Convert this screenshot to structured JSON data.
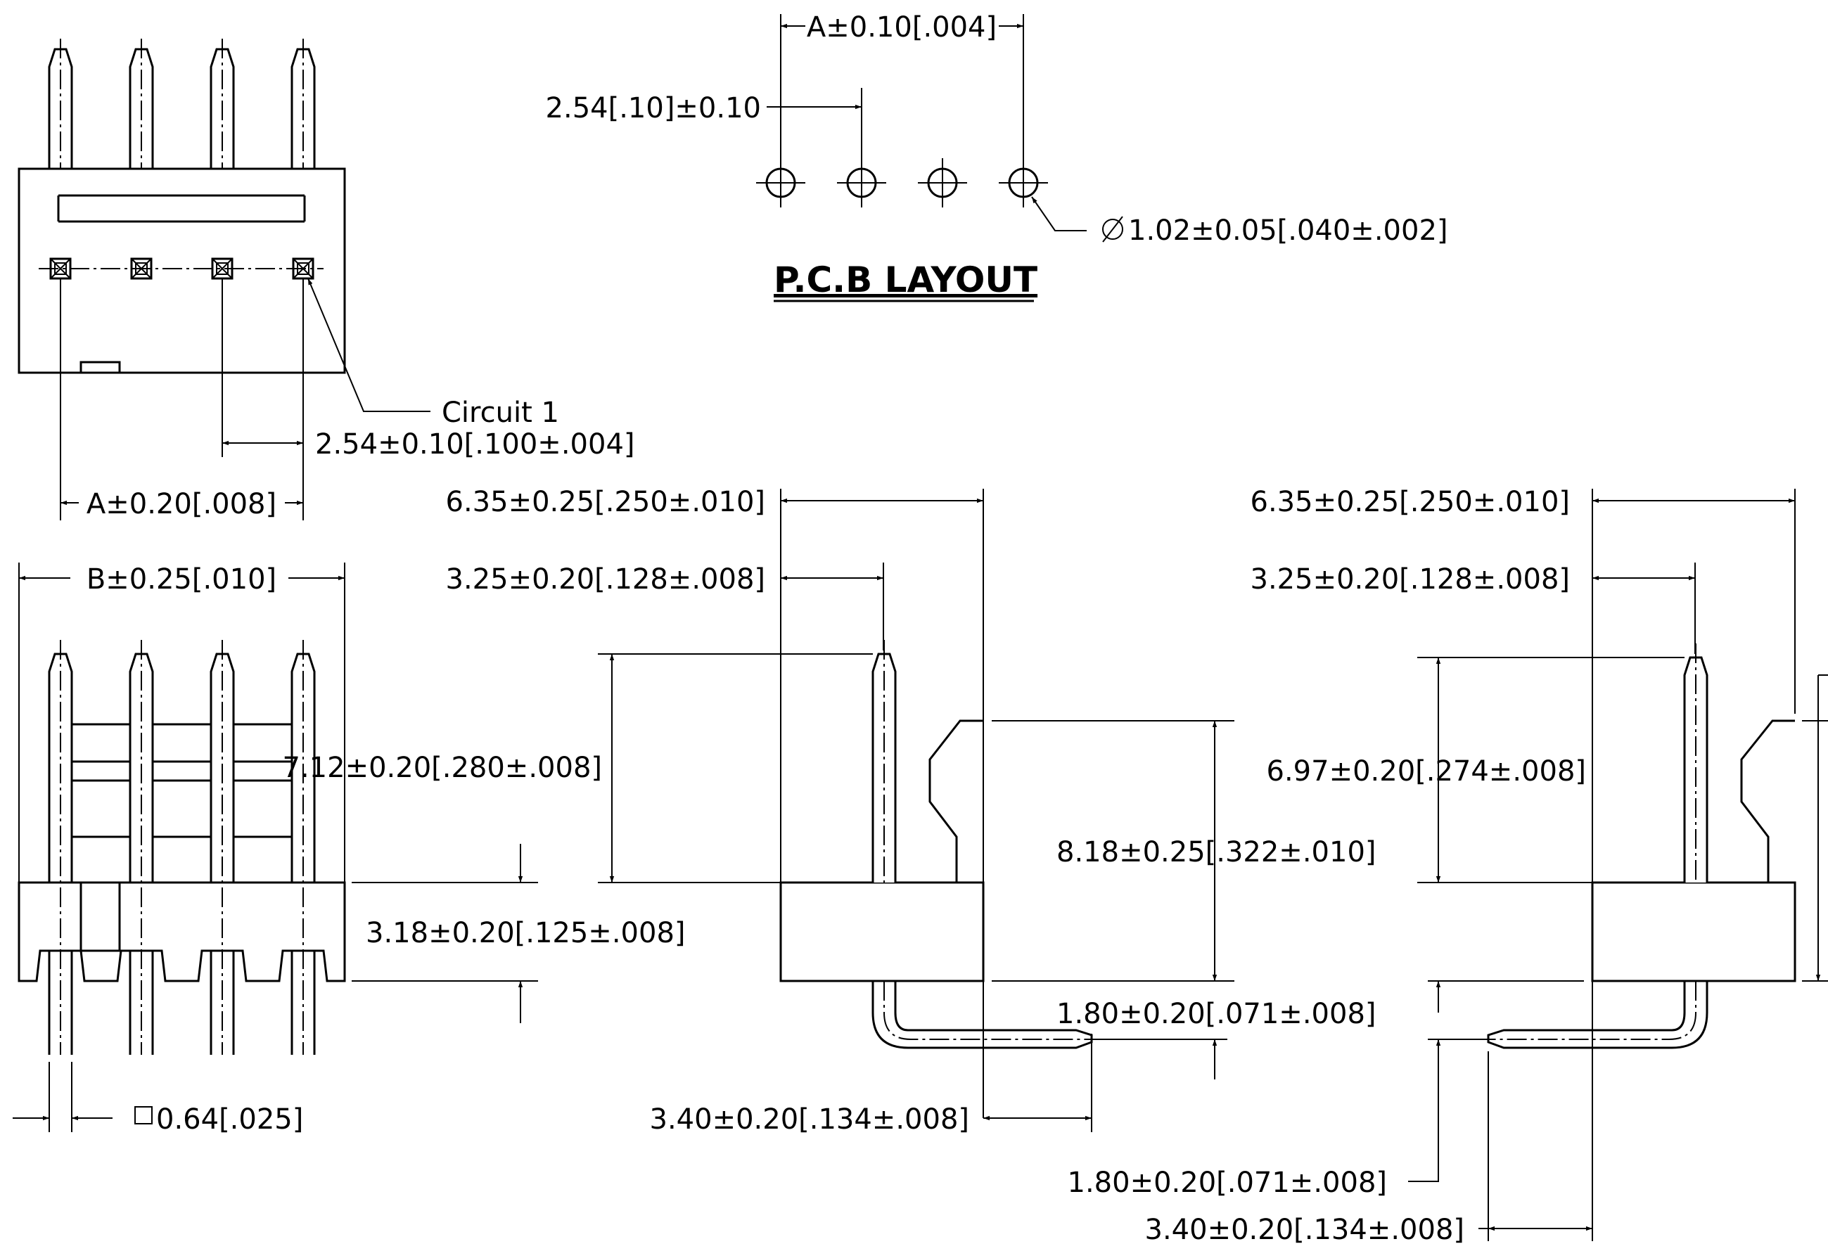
{
  "pcb_layout": {
    "title": "P.C.B LAYOUT",
    "dim_A": "A±0.10[.004]",
    "dim_pitch": "2.54[.10]±0.10",
    "dim_hole": "1.02±0.05[.040±.002]"
  },
  "top_view": {
    "callout_circuit": "Circuit 1",
    "dim_pitch": "2.54±0.10[.100±.004]",
    "dim_A": "A±0.20[.008]"
  },
  "front_view": {
    "dim_B": "B±0.25[.010]",
    "dim_base_height": "3.18±0.20[.125±.008]",
    "dim_pin_square": "0.64[.025]"
  },
  "side_view_left": {
    "dim_width": "6.35±0.25[.250±.010]",
    "dim_pin_offset": "3.25±0.20[.128±.008]",
    "dim_pin_height": "7.12±0.20[.280±.008]",
    "dim_total_height": "8.18±0.25[.322±.010]",
    "dim_bend": "1.80±0.20[.071±.008]",
    "dim_tail": "3.40±0.20[.134±.008]"
  },
  "side_view_right": {
    "dim_width": "6.35±0.25[.250±.010]",
    "dim_pin_offset": "3.25±0.20[.128±.008]",
    "dim_pin_height": "6.97±0.20[.274±.008]",
    "dim_bend": "1.80±0.20[.071±.008]",
    "dim_tail": "3.40±0.20[.134±.008]"
  }
}
